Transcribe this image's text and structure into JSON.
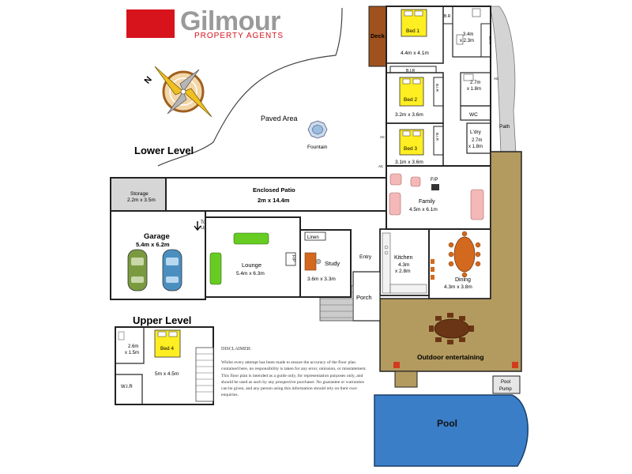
{
  "brand": {
    "name": "Gilmour",
    "tagline": "PROPERTY AGENTS",
    "accent": "#d7131c",
    "gray": "#9a9a9a"
  },
  "compass": {
    "north_label": "N"
  },
  "levels": {
    "lower": "Lower Level",
    "upper": "Upper Level"
  },
  "areas": {
    "paved_area": "Paved Area",
    "fountain": "Fountain",
    "deck": "Deck",
    "pool": "Pool",
    "pool_pump_1": "Pool",
    "pool_pump_2": "Pump",
    "porch": "Porch",
    "entry": "Entry",
    "outdoor": "Outdoor entertaining",
    "to_upper_1": "To",
    "to_upper_2": "Upper level"
  },
  "rooms": {
    "bed1": {
      "name": "Bed 1",
      "size": "4.4m x 4.1m"
    },
    "bed2": {
      "name": "Bed 2",
      "size": "3.2m x 3.6m"
    },
    "bed3": {
      "name": "Bed 3",
      "size": "3.1m x 3.6m"
    },
    "bed4": {
      "name": "Bed 4",
      "size": "5m x 4.5m"
    },
    "ensuite_size_1": "3.4m",
    "ensuite_size_2": "x 2.3m",
    "bath_size_1": "2.7m",
    "bath_size_2": "x 1.8m",
    "wc": "WC",
    "laundry": {
      "name": "L'dry",
      "size_1": "2.7m",
      "size_2": "x 1.8m"
    },
    "path": "Path",
    "family": {
      "name": "Family",
      "size": "4.5m x 6.1m"
    },
    "kitchen": {
      "name": "Kitchen",
      "size_1": "4.3m",
      "size_2": "x 2.8m"
    },
    "dining": {
      "name": "Dining",
      "size": "4.3m x 3.8m"
    },
    "storage": {
      "name": "Storage",
      "size": "2.2m x 3.5m"
    },
    "patio": {
      "name": "Enclosed Patio",
      "size": "2m x 14.4m"
    },
    "garage": {
      "name": "Garage",
      "size": "5.4m x 6.2m"
    },
    "lounge": {
      "name": "Lounge",
      "size": "5.4m x 6.3m"
    },
    "study": {
      "name": "Study",
      "size": "3.6m x 3.3m"
    },
    "linen": "Linen",
    "upper_bath_size_1": "2.6m",
    "upper_bath_size_2": "x 1.5m",
    "wir": "W.I.R"
  },
  "fixtures": {
    "bir": "B.I.R",
    "ac": "AC",
    "fp": "F/P",
    "br": "B.R"
  },
  "disclaimer": {
    "title": "DISCLAIMER:",
    "text": "Whilst every attempt has been made to ensure the accuracy of the floor plan contained here, no responsibility is taken for any error, omission, or misstatement. This floor plan is intended as a guide only, for representation purposes only, and should be used as such by any prospective purchaser. No guarantee or warranties can be given, and any person using this information should rely on their own enquiries."
  },
  "colors": {
    "wall": "#222222",
    "deck": "#a0521e",
    "outdoor": "#b39b5f",
    "pool": "#3a7ec8",
    "bed": "#ffee22",
    "sofa_green": "#66cc22",
    "sofa_pink": "#f4b8b8",
    "table_brown": "#d2691e",
    "car_green": "#7a9a40",
    "car_blue": "#4a8fc0",
    "stair": "#cccccc",
    "storage_fill": "#d6d6d6"
  }
}
